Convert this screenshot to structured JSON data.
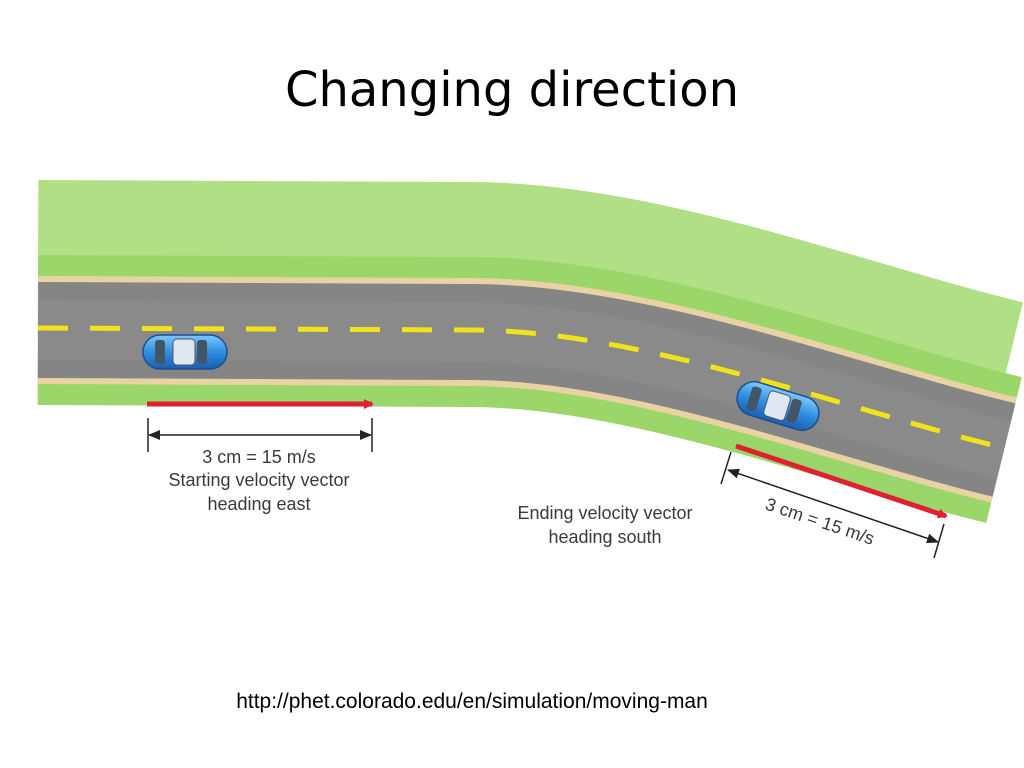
{
  "slide": {
    "title": "Changing direction",
    "source_url": "http://phet.colorado.edu/en/simulation/moving-man"
  },
  "diagram": {
    "start_vector": {
      "scale_label": "3 cm = 15 m/s",
      "caption_line1": "Starting velocity vector",
      "caption_line2": "heading east"
    },
    "end_vector": {
      "scale_label": "3 cm = 15 m/s",
      "caption_line1": "Ending velocity vector",
      "caption_line2": "heading south"
    }
  },
  "colors": {
    "grass": "#9bd66a",
    "curb": "#e9d3a4",
    "road": "#858585",
    "lane_line": "#f2e21a",
    "vector_arrow": "#e02030",
    "car_body": "#2f8fe0"
  }
}
